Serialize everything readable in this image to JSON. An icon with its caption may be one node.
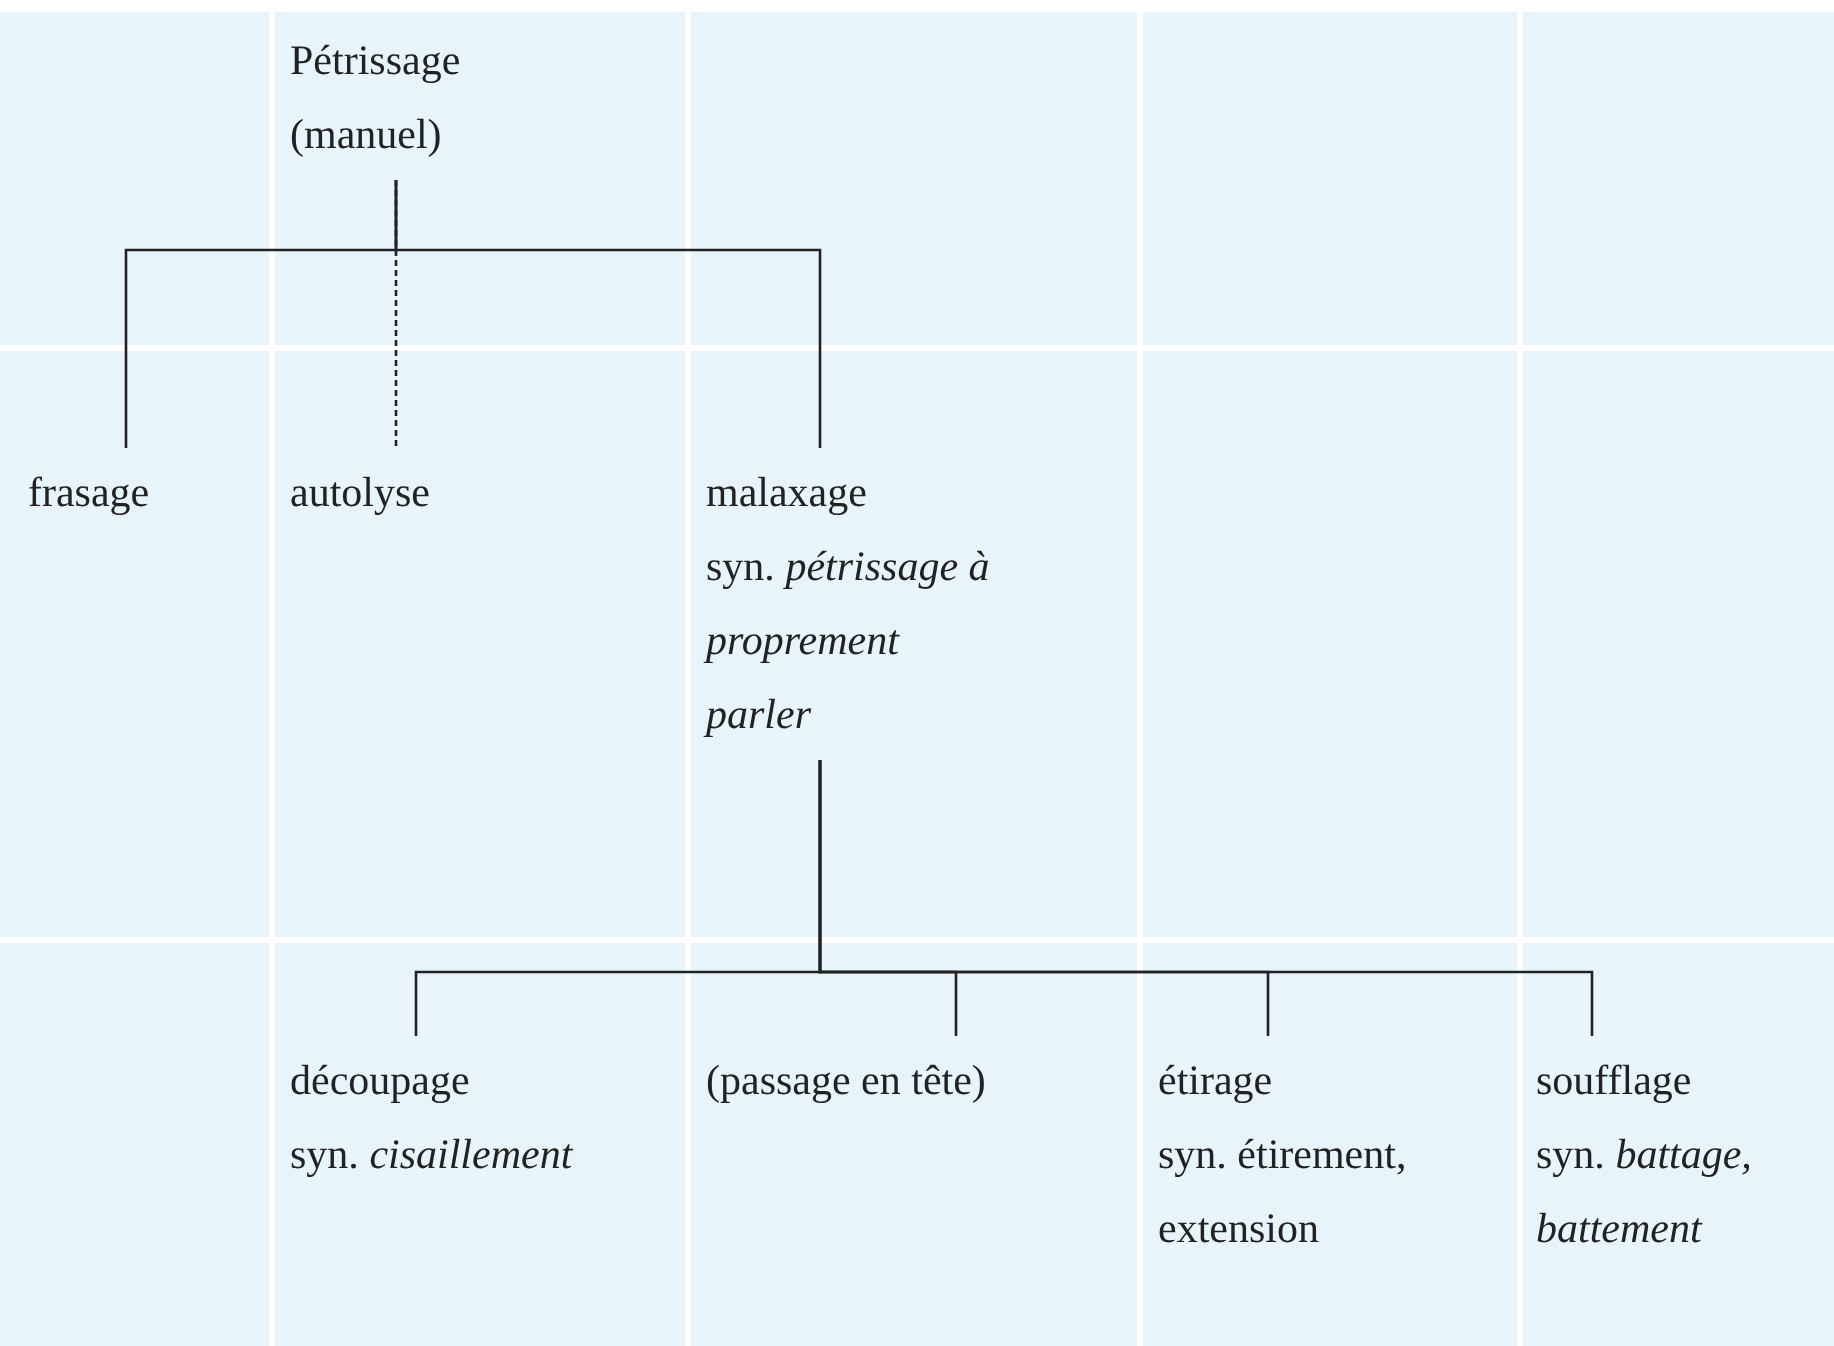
{
  "diagram": {
    "nodes": [
      {
        "text": [
          "Pétrissage (manuel)"
        ]
      },
      {
        "text": [
          "frasage"
        ]
      },
      {
        "text": [
          "autolyse"
        ]
      },
      {
        "text": [
          "malaxage",
          "syn. *pétrissage à proprement parler*"
        ]
      },
      {
        "text": [
          "découpage",
          "syn. *cisaillement*"
        ]
      },
      {
        "text": [
          "(passage en tête)"
        ]
      },
      {
        "text": [
          "étirage",
          "syn. étirement, extension"
        ]
      },
      {
        "text": [
          "soufflage",
          "syn. *battage, battement*"
        ]
      }
    ],
    "edges": [
      {
        "from": 0,
        "to": 1,
        "arrow": "none"
      },
      {
        "from": 0,
        "to": 2,
        "arrow": "none",
        "style": "dashed"
      },
      {
        "from": 0,
        "to": 3,
        "arrow": "none"
      },
      {
        "from": 3,
        "to": 4,
        "arrow": "none"
      },
      {
        "from": 3,
        "to": 5,
        "arrow": "none"
      },
      {
        "from": 3,
        "to": 6,
        "arrow": "none"
      },
      {
        "from": 3,
        "to": 7,
        "arrow": "none"
      }
    ]
  }
}
